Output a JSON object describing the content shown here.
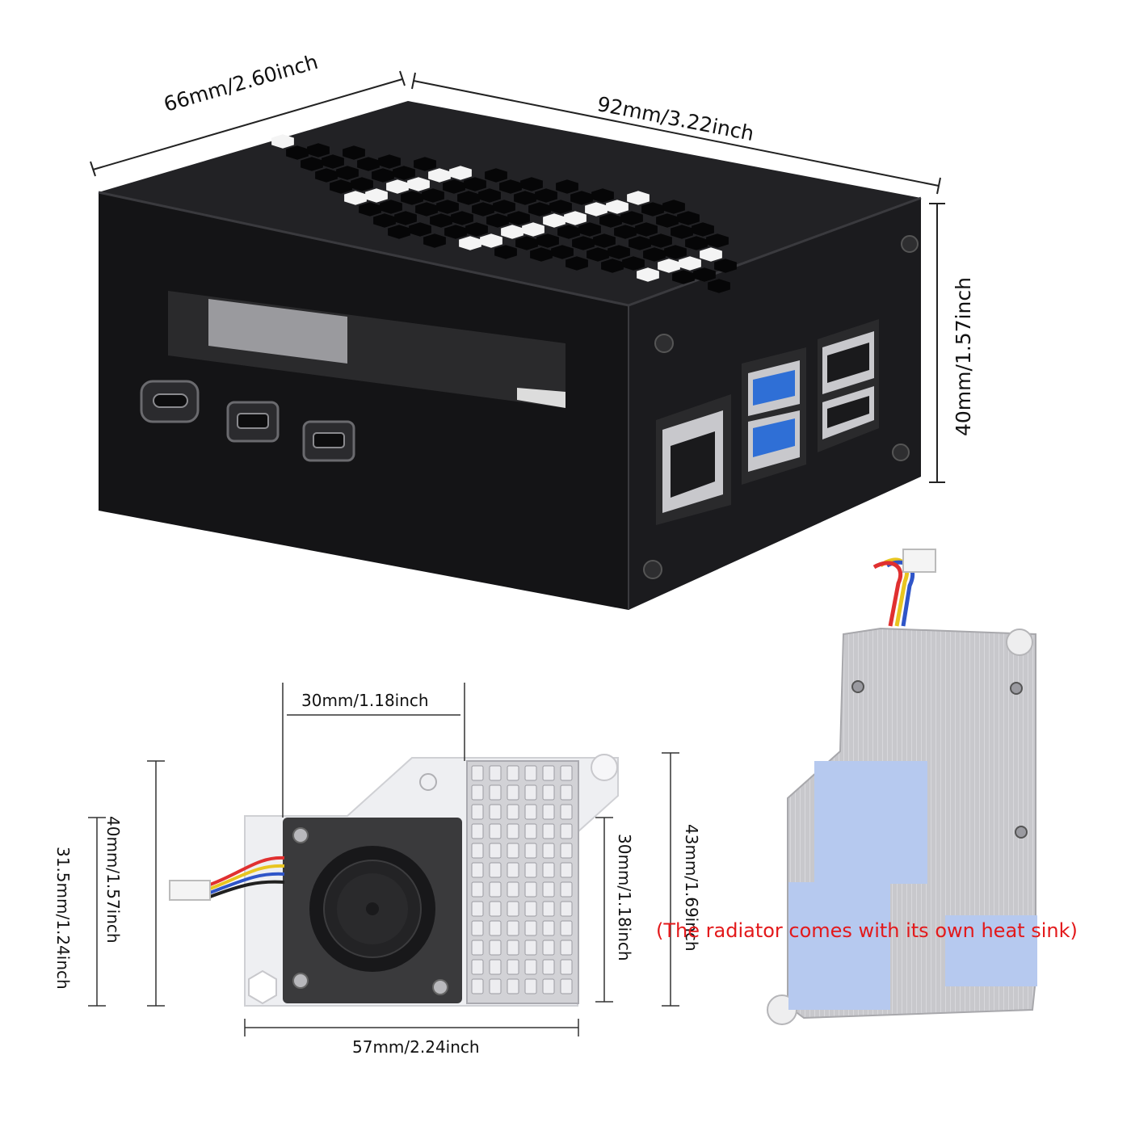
{
  "case_dimensions": {
    "width_label": "66mm/2.60inch",
    "length_label": "92mm/3.22inch",
    "height_label": "40mm/1.57inch"
  },
  "cooler_dimensions": {
    "fan_width_label": "30mm/1.18inch",
    "plate_height_label": "40mm/1.57inch",
    "fan_body_label": "31.5mm/1.24inch",
    "fan_height_label": "30mm/1.18inch",
    "total_height_label": "43mm/1.69inch",
    "total_width_label": "57mm/2.24inch"
  },
  "note": {
    "text": "(The radiator comes with its own heat sink)",
    "color": "#e3191b"
  },
  "colors": {
    "case": "#17171a",
    "aluminum": "#c9c9cc",
    "thermal_pad": "#b6c9ef",
    "fan_frame": "#3a3a3c",
    "usb3_blue": "#2f6fd6"
  }
}
